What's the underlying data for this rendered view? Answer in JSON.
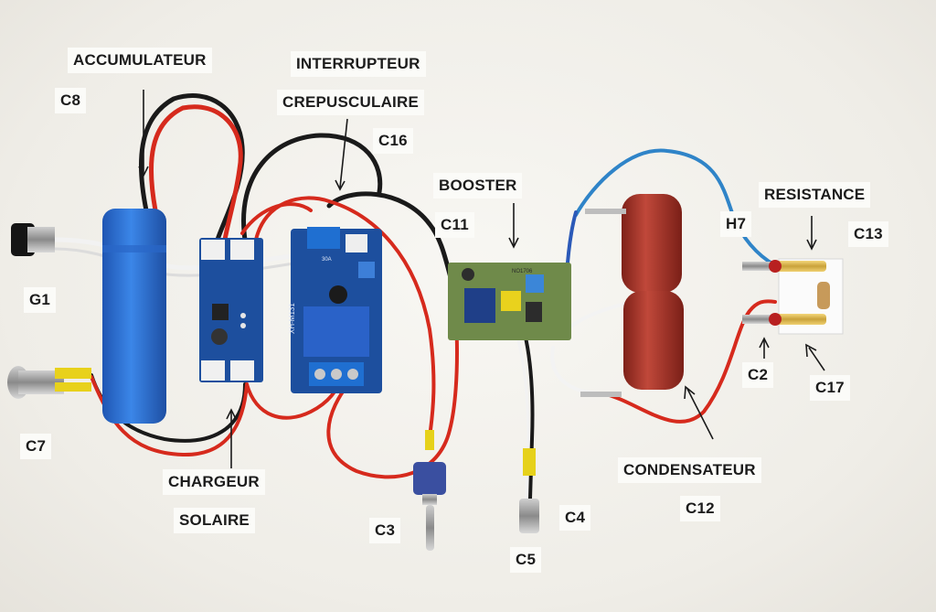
{
  "labels": {
    "accumulateur": "ACCUMULATEUR",
    "c8": "C8",
    "interrupteur": "INTERRUPTEUR",
    "crepusculaire": "CREPUSCULAIRE",
    "c16": "C16",
    "booster": "BOOSTER",
    "c11": "C11",
    "resistance": "RESISTANCE",
    "h7": "H7",
    "c13": "C13",
    "g1": "G1",
    "c7": "C7",
    "c2": "C2",
    "c17": "C17",
    "chargeur": "CHARGEUR",
    "solaire": "SOLAIRE",
    "c3": "C3",
    "c4": "C4",
    "c5": "C5",
    "condensateur": "CONDENSATEUR",
    "c12": "C12"
  },
  "board_text": {
    "relay_model": "XH-M131",
    "relay_current": "30A",
    "booster_chip": "NO1706"
  },
  "colors": {
    "battery": "#2f74d9",
    "pcb_blue": "#1d4f9e",
    "booster_pcb": "#6f8a4a",
    "capacitor": "#a8342a",
    "wire_red": "#d62a1d",
    "wire_black": "#1a1a1a",
    "wire_blue": "#2f84c8"
  }
}
